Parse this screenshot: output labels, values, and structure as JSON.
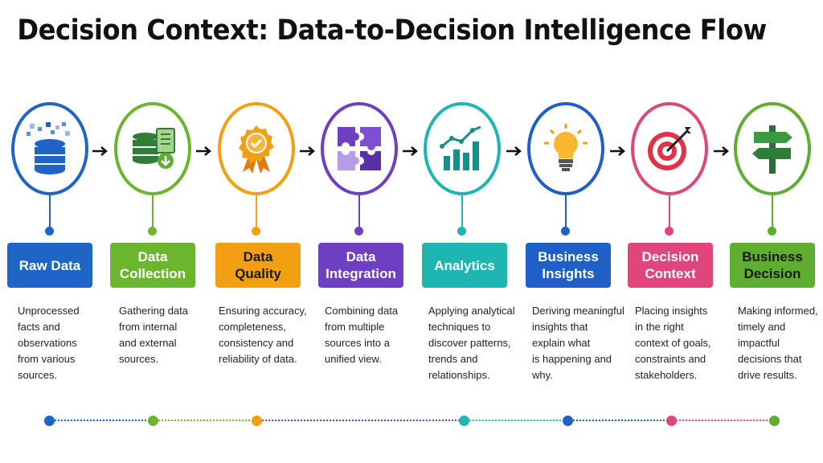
{
  "title": "Decision Context: Data-to-Decision Intelligence Flow",
  "steps": [
    {
      "label": "Raw Data",
      "description": "Unprocessed\nfacts and\nobservations\nfrom various\nsources.",
      "color": "#1f64c7",
      "icon": "database-icon"
    },
    {
      "label": "Data\nCollection",
      "description": "Gathering data\nfrom internal\nand external\nsources.",
      "color": "#6bb52f",
      "icon": "database-document-icon"
    },
    {
      "label": "Data\nQuality",
      "description": "Ensuring accuracy,\ncompleteness,\nconsistency and\nreliability of data.",
      "color": "#f29f13",
      "icon": "quality-badge-icon"
    },
    {
      "label": "Data\nIntegration",
      "description": "Combining data\nfrom multiple\nsources into a\nunified view.",
      "color": "#6f3fc2",
      "icon": "puzzle-icon"
    },
    {
      "label": "Analytics",
      "description": "Applying analytical\ntechniques to\ndiscover patterns,\ntrends and\nrelationships.",
      "color": "#1fb5b0",
      "icon": "bar-chart-icon"
    },
    {
      "label": "Business\nInsights",
      "description": "Deriving meaningful\ninsights that\nexplain what\nis happening and\nwhy.",
      "color": "#1f5fc6",
      "icon": "lightbulb-icon"
    },
    {
      "label": "Decision\nContext",
      "description": "Placing insights\nin the right\ncontext of goals,\nconstraints and\nstakeholders.",
      "color": "#e0457b",
      "icon": "target-icon"
    },
    {
      "label": "Business\nDecision",
      "description": "Making informed,\ntimely and\nimpactful\ndecisions that\ndrive results.",
      "color": "#5fae2f",
      "icon": "signpost-icon"
    }
  ]
}
